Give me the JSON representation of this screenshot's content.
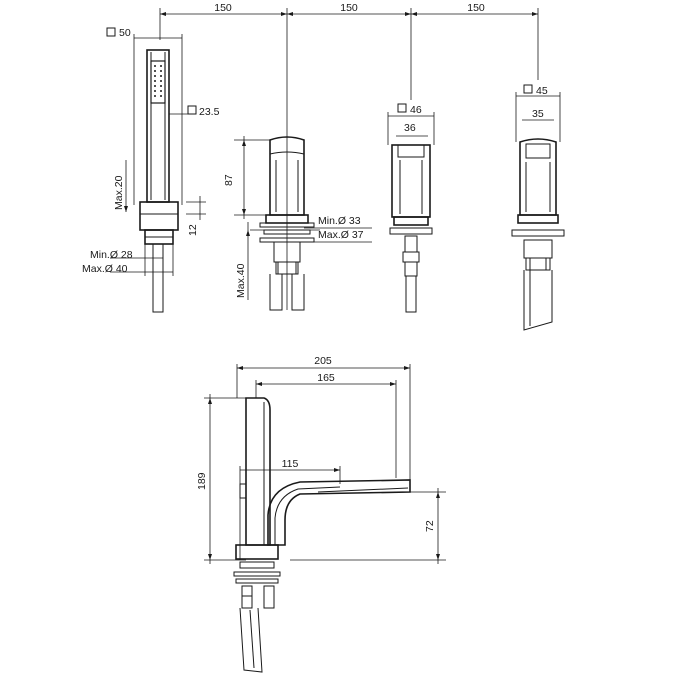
{
  "dimensions": {
    "spacing_1": "150",
    "spacing_2": "150",
    "spacing_3": "150",
    "handshower_square": "50",
    "handshower_handle_square": "23.5",
    "handshower_max": "Max.20",
    "handshower_12": "12",
    "hole_min": "Min.Ø 28",
    "hole_max": "Max.Ø 40",
    "valve_height": "87",
    "deck_min": "Min.Ø 33",
    "deck_max": "Max.Ø 37",
    "deck_thickness_max": "Max.40",
    "valve_square": "46",
    "valve_width": "36",
    "spout_square": "45",
    "spout_width": "35",
    "side_reach_total": "205",
    "side_reach_spout": "165",
    "side_reach_inner": "115",
    "side_height": "189",
    "side_spout_height": "72"
  }
}
